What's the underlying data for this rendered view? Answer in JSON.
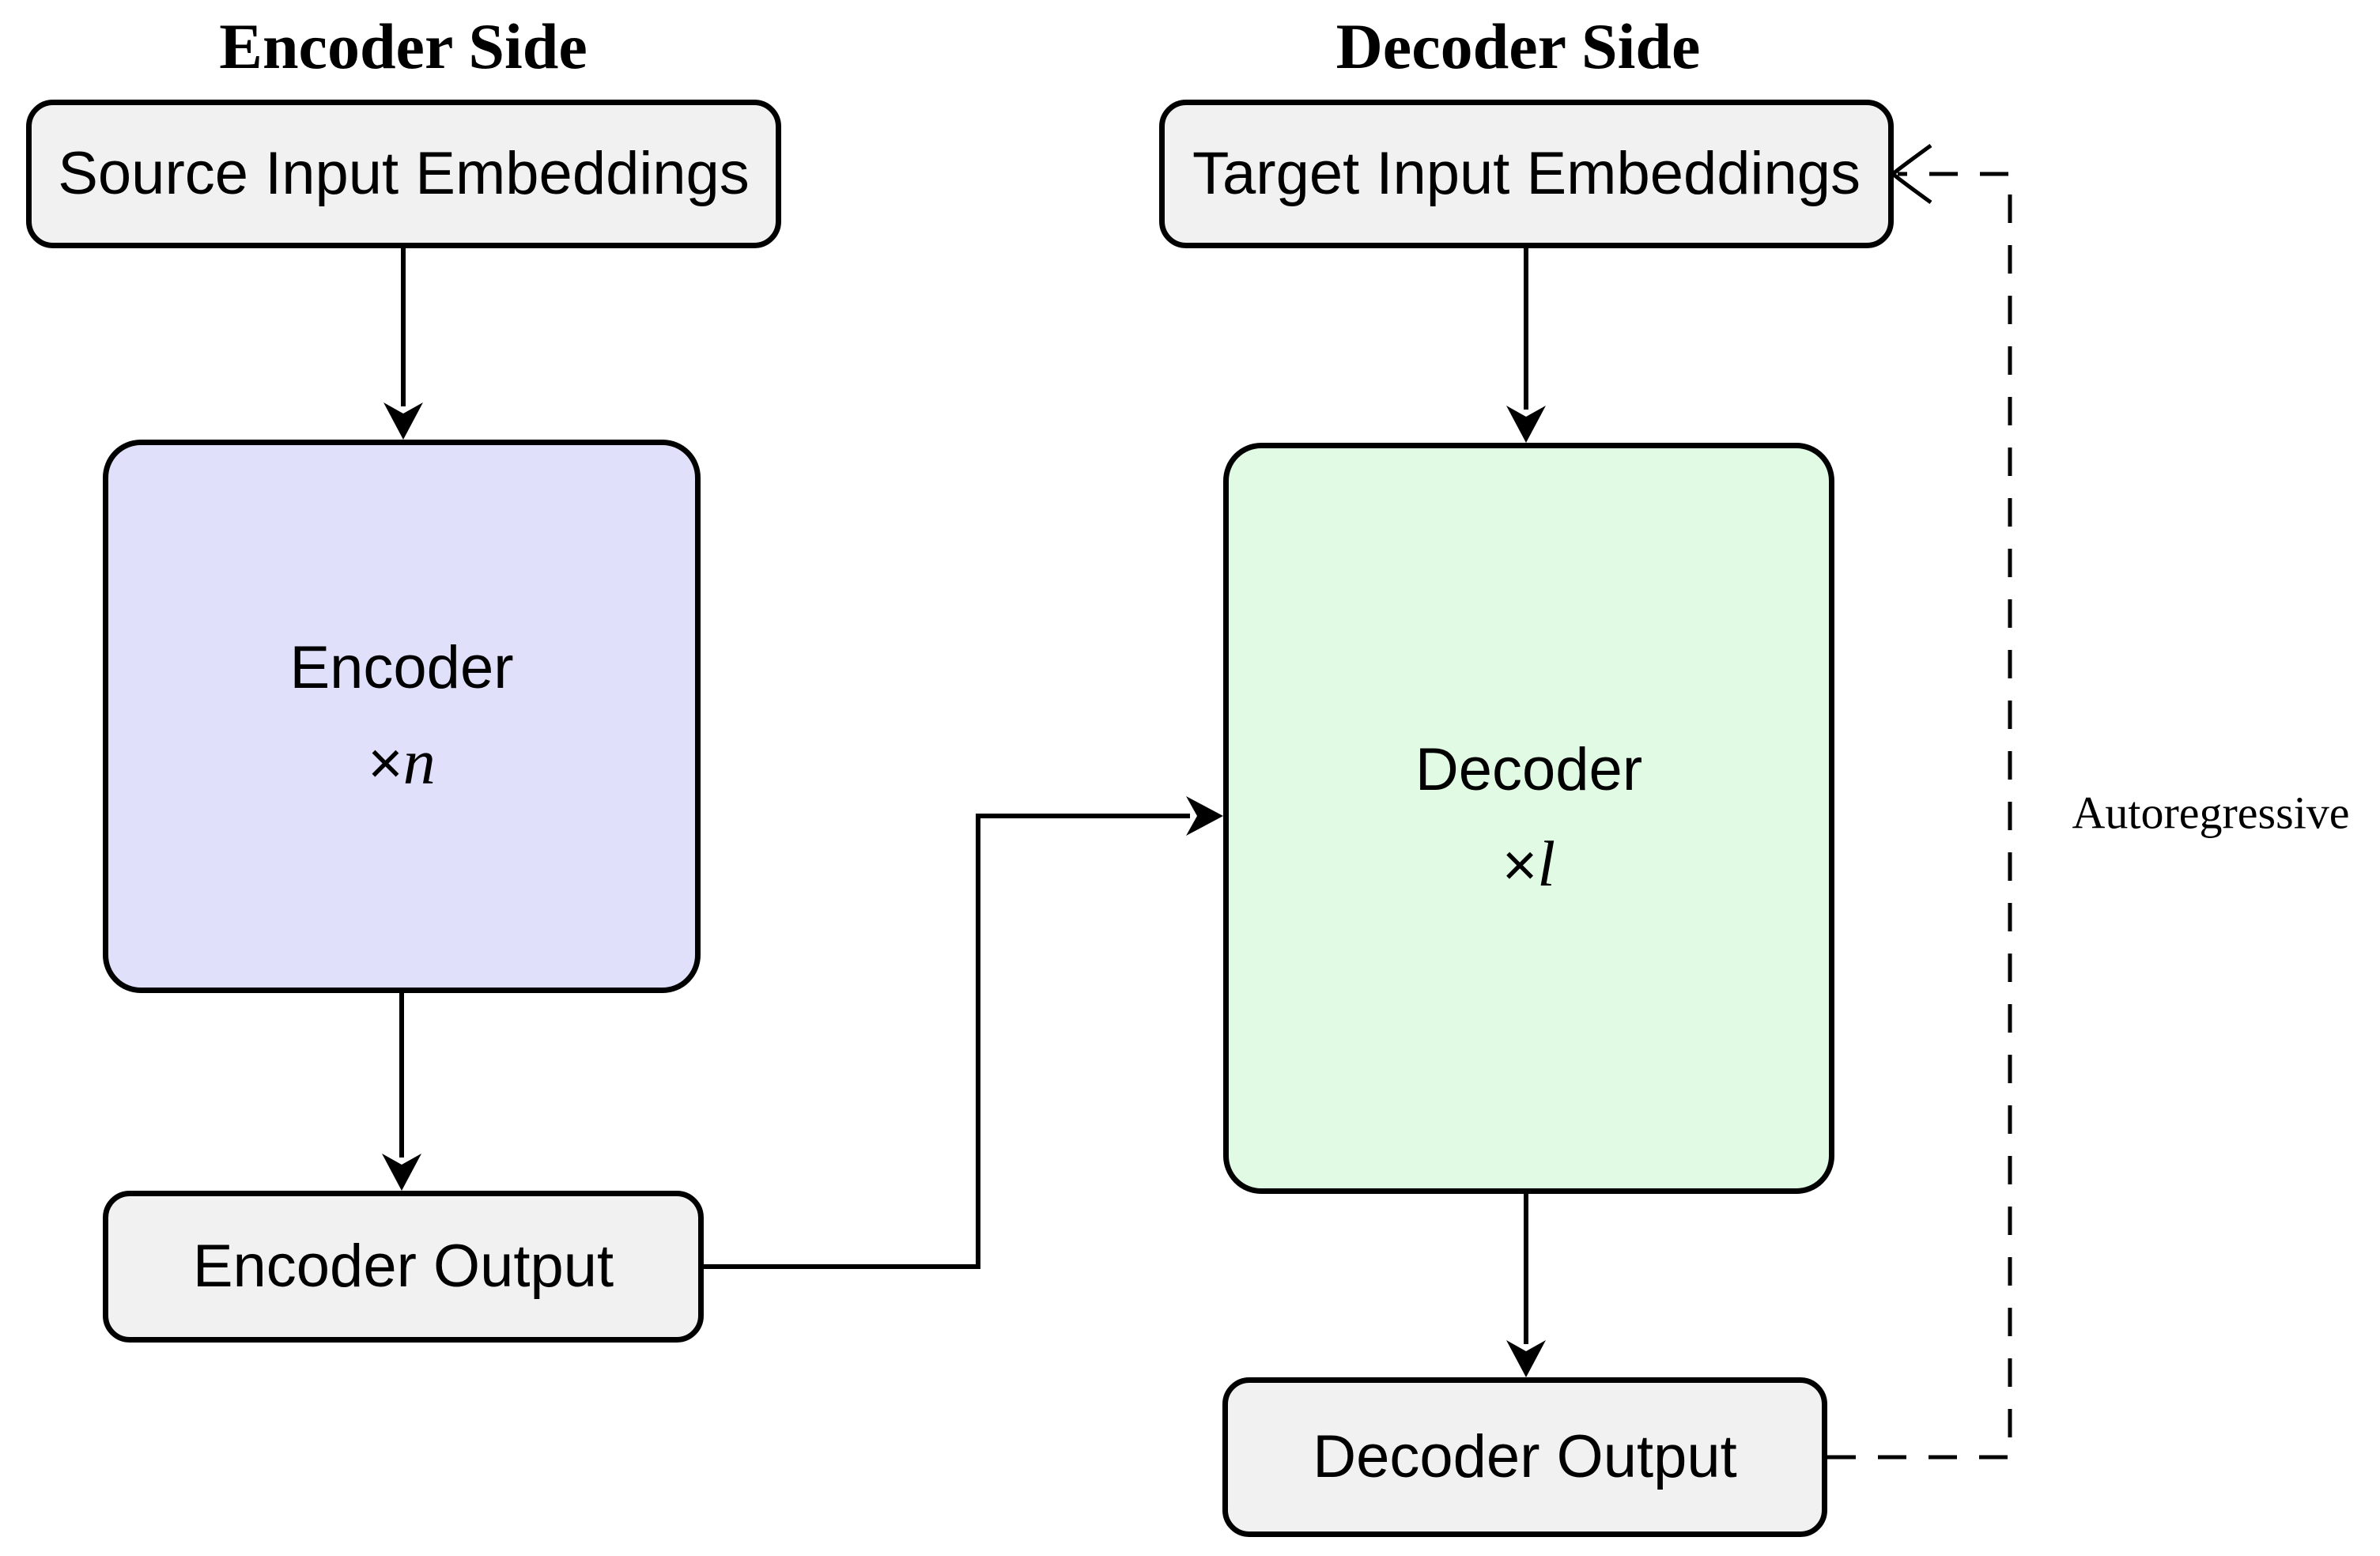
{
  "diagram": {
    "encoder_side": {
      "title": "Encoder Side",
      "source_box_label": "Source Input Embeddings",
      "encoder_box": {
        "name": "Encoder",
        "times": "×",
        "multiplier": "n"
      },
      "output_box_label": "Encoder Output"
    },
    "decoder_side": {
      "title": "Decoder Side",
      "target_box_label": "Target Input Embeddings",
      "decoder_box": {
        "name": "Decoder",
        "times": "×",
        "multiplier": "l"
      },
      "output_box_label": "Decoder Output"
    },
    "edge_label": "Autoregressive",
    "colors": {
      "background": "#ffffff",
      "line": "#000000",
      "io_fill": "#f1f1f1",
      "encoder_fill": "#e0e0fa",
      "decoder_fill": "#e1fae3"
    }
  }
}
